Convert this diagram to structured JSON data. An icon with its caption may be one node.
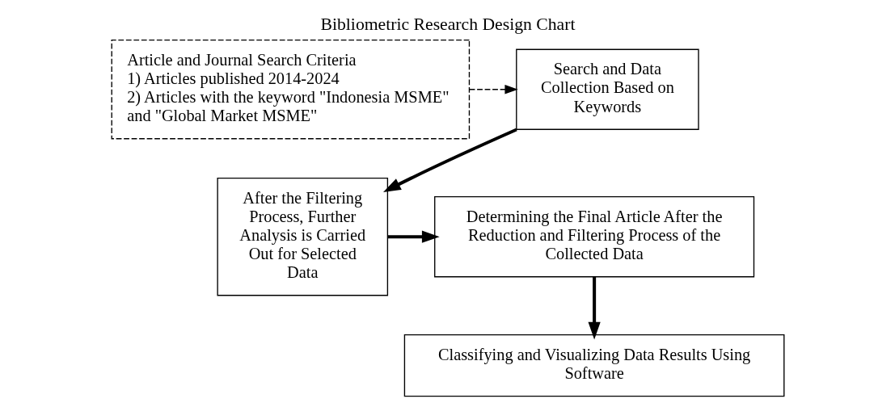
{
  "diagram": {
    "title": "Bibliometric Research Design Chart",
    "nodes": [
      {
        "text": [
          "Article and Journal Search Criteria",
          "1) Articles published 2014-2024",
          "2) Articles with the keyword \"Indonesia MSME\" and \"Global Market MSME\""
        ]
      },
      {
        "text": [
          "Search and Data Collection Based on Keywords"
        ]
      },
      {
        "text": [
          "After the Filtering Process, Further Analysis is Carried Out for Selected Data"
        ]
      },
      {
        "text": [
          "Determining the Final Article After the Reduction and Filtering Process of the Collected Data"
        ]
      },
      {
        "text": [
          "Classifying and Visualizing Data Results Using Software"
        ]
      }
    ],
    "edges": [
      {
        "from": 0,
        "to": 1,
        "arrow": "to",
        "style": "dashed"
      },
      {
        "from": 1,
        "to": 2,
        "arrow": "to"
      },
      {
        "from": 2,
        "to": 3,
        "arrow": "to"
      },
      {
        "from": 3,
        "to": 4,
        "arrow": "to"
      }
    ]
  }
}
